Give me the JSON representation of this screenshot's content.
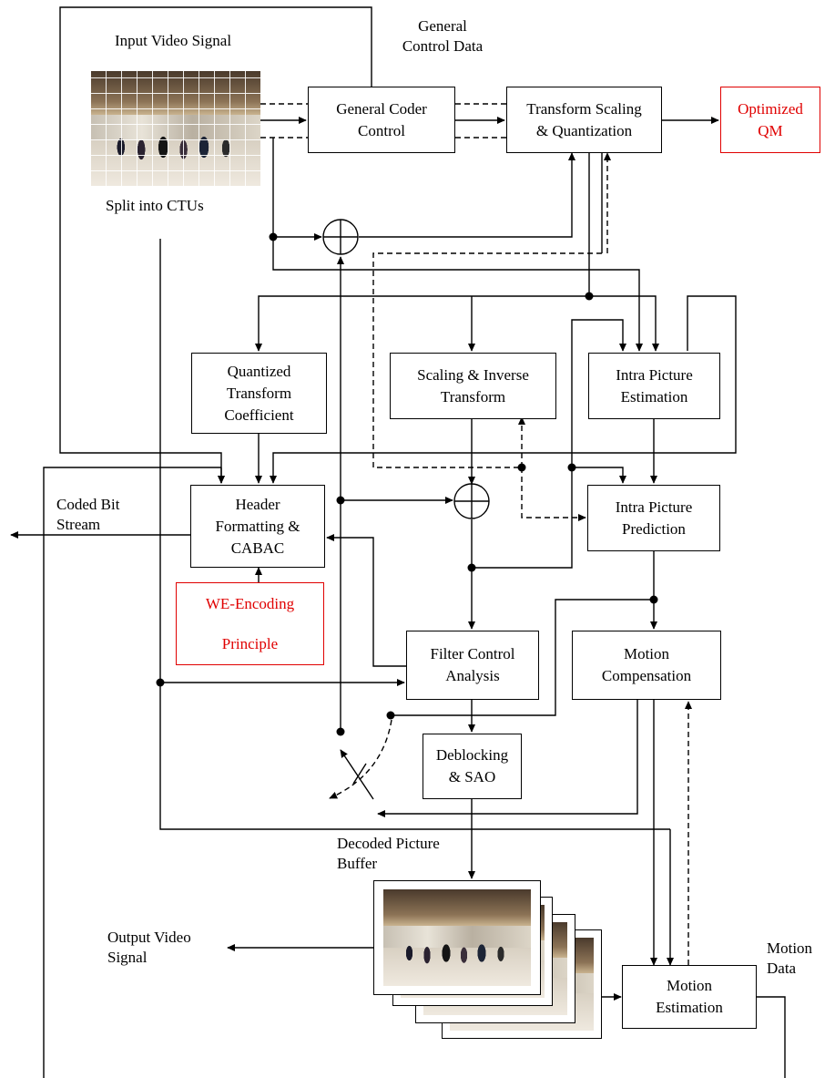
{
  "labels": {
    "input_video_signal": "Input Video Signal",
    "general_control_data": "General\nControl Data",
    "split_into_ctus": "Split into CTUs",
    "coded_bit_stream": "Coded Bit\nStream",
    "decoded_picture_buffer": "Decoded Picture\nBuffer",
    "output_video_signal": "Output Video\nSignal",
    "motion_data": "Motion\nData"
  },
  "blocks": {
    "general_coder_control": "General Coder\nControl",
    "transform_scaling_quantization": "Transform Scaling\n& Quantization",
    "optimized_qm": "Optimized\nQM",
    "quantized_transform_coefficient": "Quantized\nTransform\nCoefficient",
    "scaling_inverse_transform": "Scaling & Inverse\nTransform",
    "intra_picture_estimation": "Intra Picture\nEstimation",
    "header_formatting_cabac": "Header\nFormatting &\nCABAC",
    "intra_picture_prediction": "Intra Picture\nPrediction",
    "we_encoding_principle": "WE-Encoding\n\nPrinciple",
    "filter_control_analysis": "Filter Control\nAnalysis",
    "motion_compensation": "Motion\nCompensation",
    "deblocking_sao": "Deblocking\n& SAO",
    "motion_estimation": "Motion\nEstimation"
  },
  "colors": {
    "line": "#000000",
    "highlight": "#e00000"
  }
}
